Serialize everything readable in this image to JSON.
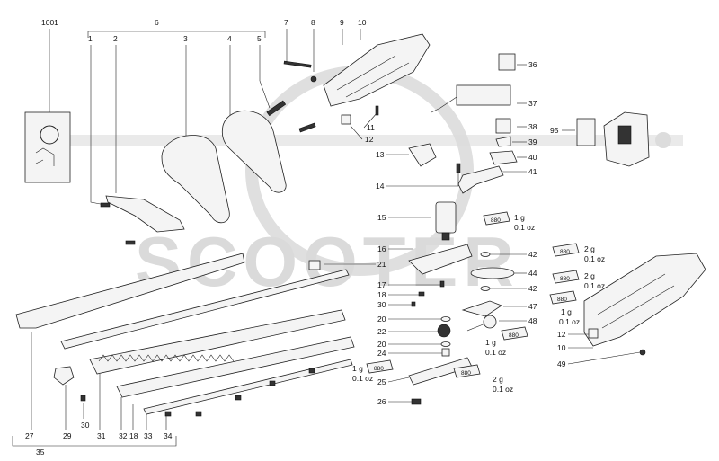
{
  "diagram": {
    "type": "exploded-parts-diagram",
    "watermark": "SCOOTER",
    "line_color": "#222222",
    "watermark_color": "#d6d6d6",
    "labels": {
      "p1001": "1001",
      "p1": "1",
      "p2": "2",
      "p3": "3",
      "p4": "4",
      "p5": "5",
      "p6": "6",
      "p7": "7",
      "p8": "8",
      "p9": "9",
      "p10a": "10",
      "p10b": "10",
      "p11": "11",
      "p12a": "12",
      "p12b": "12",
      "p13": "13",
      "p14": "14",
      "p15": "15",
      "p16": "16",
      "p17": "17",
      "p18": "18",
      "p20a": "20",
      "p20b": "20",
      "p21": "21",
      "p22": "22",
      "p24": "24",
      "p25": "25",
      "p26": "26",
      "p27": "27",
      "p29": "29",
      "p30a": "30",
      "p30b": "30",
      "p31": "31",
      "p32": "32",
      "p33": "33",
      "p34": "34",
      "p35": "35",
      "p36": "36",
      "p37": "37",
      "p38": "38",
      "p39": "39",
      "p40": "40",
      "p41": "41",
      "p42a": "42",
      "p42b": "42",
      "p44": "44",
      "p47": "47",
      "p48": "48",
      "p49": "49",
      "p95": "95"
    },
    "grease": [
      {
        "id": "g1",
        "code": "880",
        "amount": "1 g",
        "oz": "0.1 oz"
      },
      {
        "id": "g2",
        "code": "880",
        "amount": "2 g",
        "oz": "0.1 oz"
      },
      {
        "id": "g3",
        "code": "880",
        "amount": "2 g",
        "oz": "0.1 oz"
      },
      {
        "id": "g4",
        "code": "880",
        "amount": "1 g",
        "oz": "0.1 oz"
      },
      {
        "id": "g5",
        "code": "880",
        "amount": "1 g",
        "oz": "0.1 oz"
      },
      {
        "id": "g6",
        "code": "880",
        "amount": "1 g",
        "oz": "0.1 oz"
      },
      {
        "id": "g7",
        "code": "880",
        "amount": "2 g",
        "oz": "0.1 oz"
      }
    ]
  }
}
